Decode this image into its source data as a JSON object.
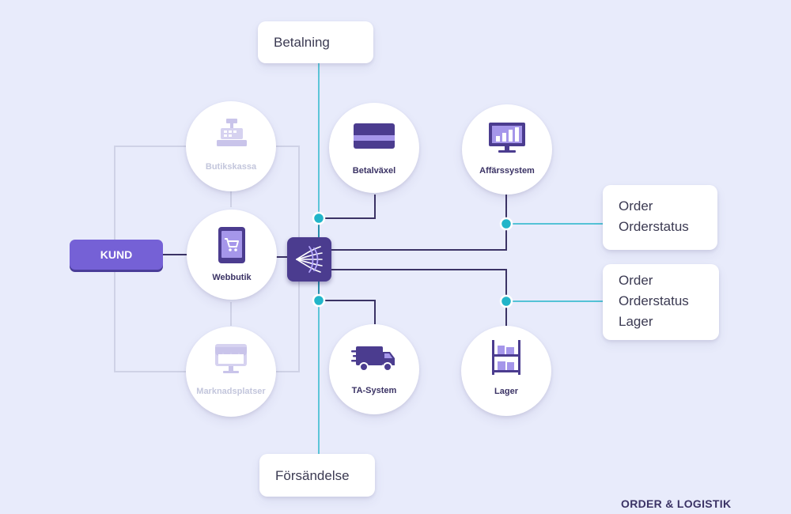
{
  "kund_label": "KUND",
  "nodes": {
    "butikskassa": "Butikskassa",
    "webbutik": "Webbutik",
    "marknadsplatser": "Marknadsplatser",
    "betalvaxel": "Betalväxel",
    "affarssystem": "Affärssystem",
    "ta_system": "TA-System",
    "lager": "Lager"
  },
  "boxes": {
    "betalning": "Betalning",
    "forsandelse": "Försändelse",
    "order_status_1": [
      "Order",
      "Orderstatus"
    ],
    "order_status_2": [
      "Order",
      "Orderstatus",
      "Lager"
    ]
  },
  "footer": "ORDER & LOGISTIK",
  "icons": {
    "hub": "logo-icon",
    "butikskassa": "cash-register-icon",
    "webbutik": "tablet-cart-icon",
    "marknadsplatser": "storefront-icon",
    "betalvaxel": "credit-card-icon",
    "affarssystem": "monitor-chart-icon",
    "ta_system": "truck-icon",
    "lager": "warehouse-shelf-icon"
  },
  "colors": {
    "background": "#e8ebfb",
    "accent": "#7561d6",
    "navy": "#3b3365",
    "hub": "#4b3c8f",
    "teal": "#22b5c9",
    "faded": "#c3c6dc"
  }
}
